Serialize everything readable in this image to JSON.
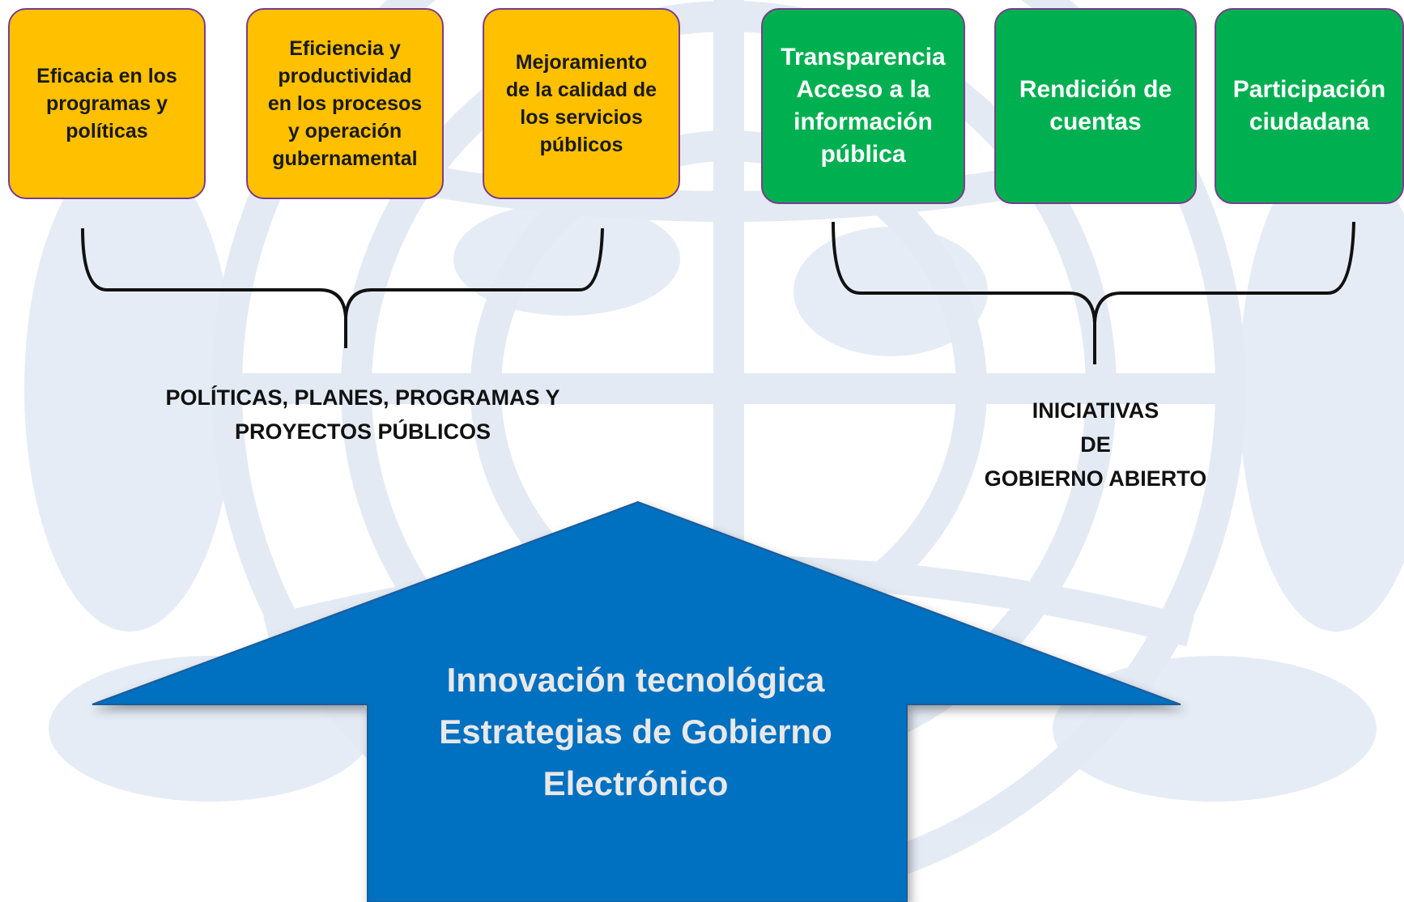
{
  "colors": {
    "orange_box": "#FFC000",
    "green_box": "#00B050",
    "arrow": "#0070C0",
    "border": "#7a3c8c",
    "watermark": "#dde5f0"
  },
  "left_group": {
    "boxes": [
      "Eficacia en los\nprogramas y\npolíticas",
      "Eficiencia y\nproductividad\nen los procesos\ny operación\ngubernamental",
      "Mejoramiento\nde la calidad de\nlos servicios\npúblicos"
    ],
    "label": "POLÍTICAS, PLANES, PROGRAMAS Y\nPROYECTOS PÚBLICOS"
  },
  "right_group": {
    "boxes": [
      "Transparencia\nAcceso a la\ninformación\npública",
      "Rendición de\ncuentas",
      "Participación\nciudadana"
    ],
    "label": "INICIATIVAS\nDE\nGOBIERNO ABIERTO"
  },
  "arrow": {
    "text": "Innovación tecnológica\nEstrategias de Gobierno\nElectrónico"
  },
  "watermark_icon": "un-emblem-icon"
}
